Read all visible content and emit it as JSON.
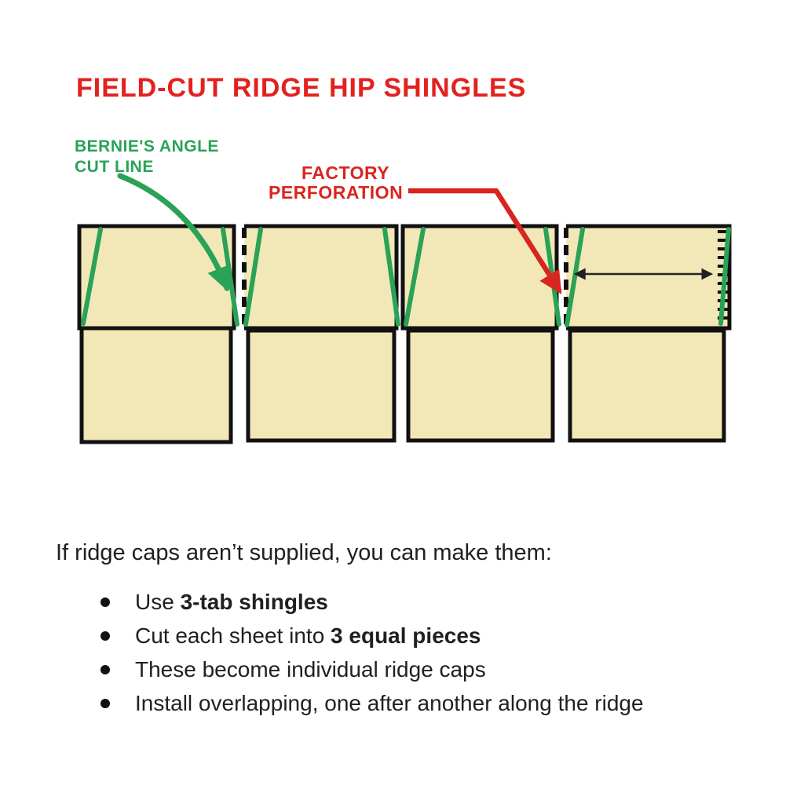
{
  "title": "FIELD-CUT RIDGE HIP SHINGLES",
  "diagram": {
    "angle_cut_label_line1": "BERNIE'S ANGLE",
    "angle_cut_label_line2": "CUT LINE",
    "perforation_label_line1": "FACTORY",
    "perforation_label_line2": "PERFORATION",
    "shingle_section_count": 4
  },
  "body": {
    "intro": "If ridge caps aren’t supplied, you can make them:",
    "bullets": [
      {
        "pre": "Use ",
        "bold": "3-tab shingles",
        "post": ""
      },
      {
        "pre": "Cut each sheet into ",
        "bold": "3 equal pieces",
        "post": ""
      },
      {
        "pre": "These become individual ridge caps",
        "bold": "",
        "post": ""
      },
      {
        "pre": "Install overlapping, one after another along the ridge",
        "bold": "",
        "post": ""
      }
    ]
  },
  "colors": {
    "title_red": "#E3211E",
    "label_green": "#2AA257",
    "arrow_red": "#D9251F",
    "shingle_fill": "#F2E8B7",
    "outline": "#111111",
    "body_text": "#202020"
  }
}
